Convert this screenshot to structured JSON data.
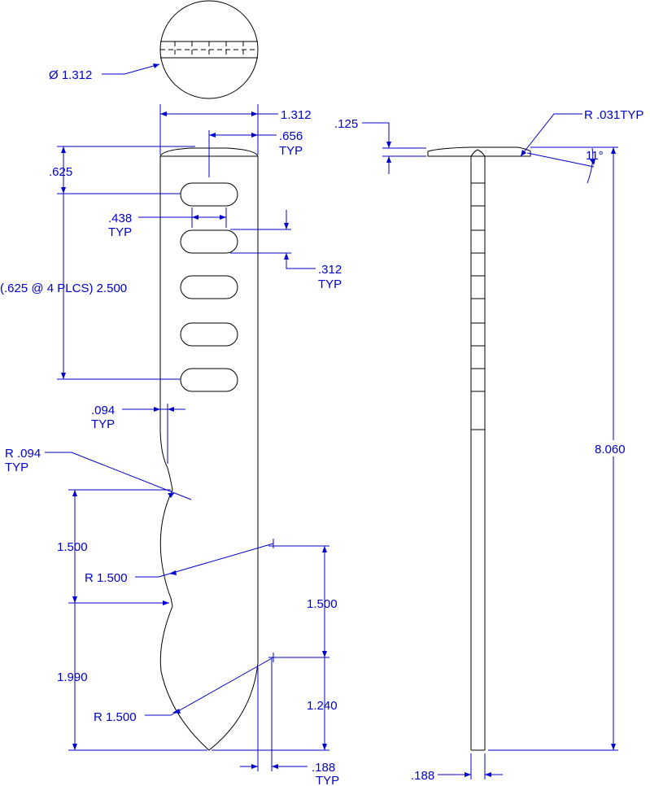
{
  "colors": {
    "object": "#000000",
    "dimension": "#0000cc",
    "background": "#ffffff"
  },
  "labels": {
    "top_diameter": "Ø 1.312",
    "overall_width": "1.312",
    "half_width": ".656",
    "half_width_typ": "TYP",
    "top_offset": ".625",
    "slot_length": ".438",
    "slot_length_typ": "TYP",
    "slot_width": ".312",
    "slot_width_typ": "TYP",
    "slot_pattern": "(.625 @ 4 PLCS) 2.500",
    "edge_offset": ".094",
    "edge_offset_typ": "TYP",
    "notch_radius": "R .094",
    "notch_radius_typ": "TYP",
    "lobe_height_left": "1.500",
    "lobe_radius_upper": "R 1.500",
    "lower_height_left": "1.990",
    "lobe_radius_lower": "R 1.500",
    "lobe_height_right": "1.500",
    "tip_height_right": "1.240",
    "edge_thickness": ".188",
    "edge_thickness_typ": "TYP",
    "cap_thickness": ".125",
    "cap_radius": "R .031TYP",
    "cap_angle": "11°",
    "overall_length": "8.060",
    "stem_thickness": ".188"
  }
}
